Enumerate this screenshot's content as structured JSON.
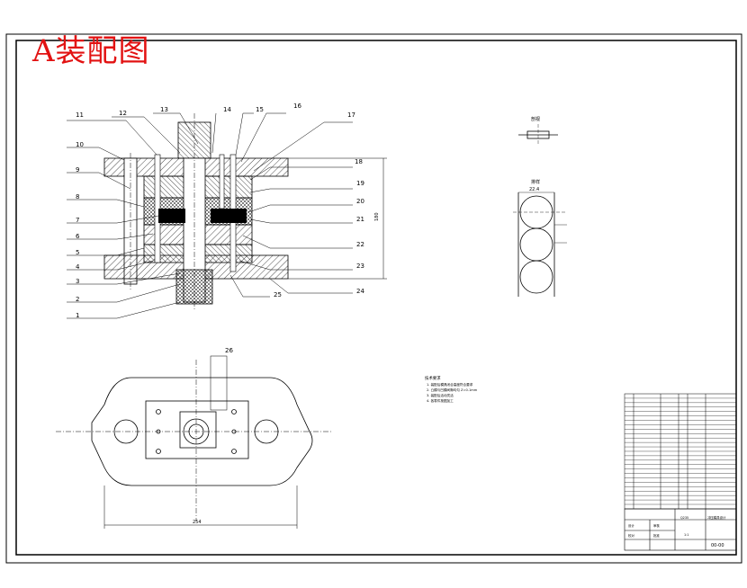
{
  "drawing": {
    "title_stamp": "A装配图",
    "drawing_number": "00-00",
    "section_labels": [
      "剖视",
      "排样"
    ],
    "dimension_overall_width": "254",
    "dimension_height": "180",
    "dimension_strip_width": "22.4"
  },
  "part_callouts": [
    "1",
    "2",
    "3",
    "4",
    "5",
    "6",
    "7",
    "8",
    "9",
    "10",
    "11",
    "12",
    "13",
    "14",
    "15",
    "16",
    "17",
    "18",
    "19",
    "20",
    "21",
    "22",
    "23",
    "24",
    "25",
    "26"
  ],
  "technical_requirements": {
    "heading": "技术要求",
    "lines": [
      "1. 装配后模具闭合高度符合要求",
      "2. 凸模与凹模间隙均匀 Z=0.1mm",
      "3. 装配后活动灵活",
      "4. 各零件按图加工"
    ]
  },
  "title_block": {
    "unit": "冲压模具设计",
    "material": "Q235",
    "scale": "1:1",
    "signatures": [
      "设计",
      "校对",
      "审核",
      "批准"
    ]
  }
}
